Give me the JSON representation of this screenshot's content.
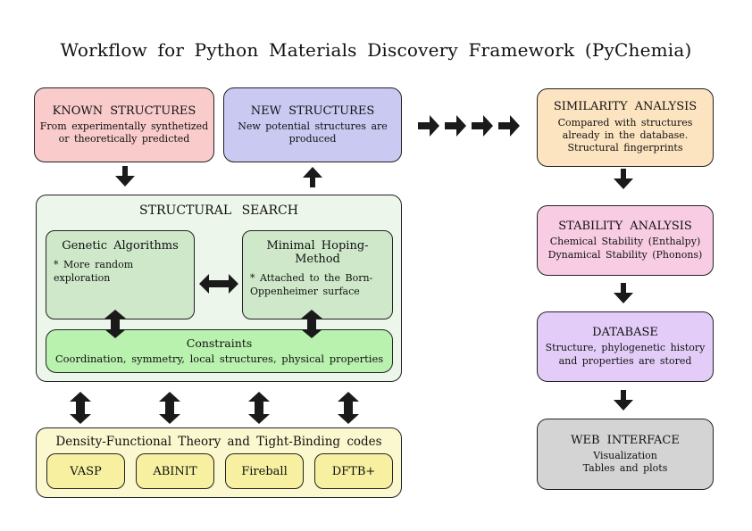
{
  "title": "Workflow for Python Materials Discovery Framework (PyChemia)",
  "colors": {
    "known": "#f9cbcb",
    "new": "#c9c9f2",
    "similarity": "#fde4c0",
    "search_panel": "#edf6eb",
    "method": "#cee8c9",
    "constraints": "#b9f1ae",
    "stability": "#f8cde3",
    "database": "#e3cdf8",
    "web": "#d4d4d4",
    "dft_panel": "#fbf8cf",
    "code": "#f6f0a0",
    "arrow": "#1a1a1a"
  },
  "icons": {
    "flow_right": "block-arrow-right",
    "flow_down": "block-arrow-down",
    "flow_up": "block-arrow-up",
    "flow_bidirectional_horizontal": "block-arrow-left-right",
    "flow_bidirectional_vertical": "block-arrow-up-down"
  },
  "boxes": {
    "known_structures": {
      "title": "KNOWN STRUCTURES",
      "lines": [
        "From experimentally synthetized",
        "or theoretically predicted"
      ]
    },
    "new_structures": {
      "title": "NEW STRUCTURES",
      "lines": [
        "New potential structures are",
        "produced"
      ]
    },
    "similarity_analysis": {
      "title": "SIMILARITY ANALYSIS",
      "lines": [
        "Compared with structures",
        "already in the database.",
        "Structural fingerprints"
      ]
    },
    "structural_search": {
      "title": "STRUCTURAL SEARCH",
      "genetic_algorithms": {
        "title": "Genetic Algorithms",
        "lines": [
          "* More random",
          "exploration"
        ]
      },
      "minimal_hoping": {
        "title": "Minimal Hoping-Method",
        "lines": [
          "* Attached to the Born-",
          "Oppenheimer surface"
        ]
      },
      "constraints": {
        "title": "Constraints",
        "lines": [
          "Coordination, symmetry, local structures, physical properties"
        ]
      }
    },
    "stability_analysis": {
      "title": "STABILITY ANALYSIS",
      "lines": [
        "Chemical Stability (Enthalpy)",
        "Dynamical Stability (Phonons)"
      ]
    },
    "database": {
      "title": "DATABASE",
      "lines": [
        "Structure, phylogenetic history",
        "and properties are stored"
      ]
    },
    "web_interface": {
      "title": "WEB INTERFACE",
      "lines": [
        "Visualization",
        "Tables and plots"
      ]
    },
    "dft_codes": {
      "title": "Density-Functional Theory and Tight-Binding codes",
      "codes": [
        "VASP",
        "ABINIT",
        "Fireball",
        "DFTB+"
      ]
    }
  }
}
